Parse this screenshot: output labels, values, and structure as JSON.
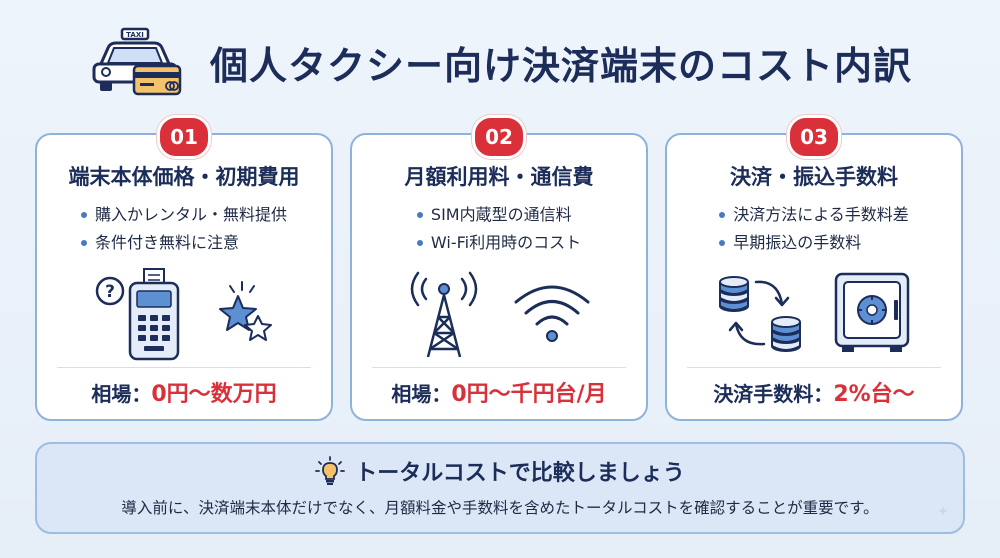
{
  "header": {
    "title": "個人タクシー向け決済端末のコスト内訳",
    "taxi_sign": "TAXI",
    "icon": "taxi-with-card-icon"
  },
  "cards": [
    {
      "number": "01",
      "title": "端末本体価格・初期費用",
      "bullets": [
        "購入かレンタル・無料提供",
        "条件付き無料に注意"
      ],
      "price_label": "相場：",
      "price_value": "0円〜数万円",
      "icons": [
        "question-icon",
        "card-terminal-icon",
        "stars-icon"
      ]
    },
    {
      "number": "02",
      "title": "月額利用料・通信費",
      "bullets": [
        "SIM内蔵型の通信料",
        "Wi-Fi利用時のコスト"
      ],
      "price_label": "相場：",
      "price_value": "0円〜千円台/月",
      "icons": [
        "antenna-tower-icon",
        "wifi-icon"
      ]
    },
    {
      "number": "03",
      "title": "決済・振込手数料",
      "bullets": [
        "決済方法による手数料差",
        "早期振込の手数料"
      ],
      "price_label": "決済手数料：",
      "price_value": "2%台〜",
      "icons": [
        "coins-transfer-icon",
        "safe-icon"
      ]
    }
  ],
  "bottom": {
    "title": "トータルコストで比較しましょう",
    "text": "導入前に、決済端末本体だけでなく、月額料金や手数料を含めたトータルコストを確認することが重要です。",
    "icon": "lightbulb-icon"
  },
  "colors": {
    "accent_red": "#d9303a",
    "navy": "#1c2d5a",
    "card_border": "#8fb2dc",
    "bottom_bg": "#dbe7f7"
  }
}
